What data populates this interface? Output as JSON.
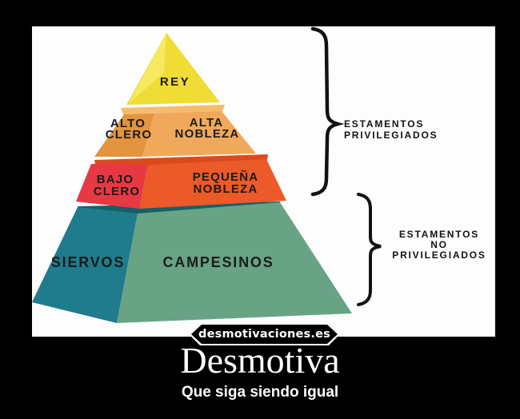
{
  "poster": {
    "watermark": "desmotivaciones.es",
    "title": "Desmotiva",
    "subtitle": "Que siga siendo igual",
    "background_color": "#000000",
    "text_color": "#ffffff"
  },
  "diagram": {
    "apex": {
      "label": "REY"
    },
    "tier2": {
      "side_line1": "ALTO",
      "side_line2": "CLERO",
      "front_line1": "ALTA",
      "front_line2": "NOBLEZA"
    },
    "tier3": {
      "side_line1": "BAJO",
      "side_line2": "CLERO",
      "front_line1": "PEQUEÑA",
      "front_line2": "NOBLEZA"
    },
    "tier4": {
      "side_label": "SIERVOS",
      "front_label": "CAMPESINOS"
    },
    "braces": [
      {
        "line1": "ESTAMENTOS",
        "line2": "PRIVILEGIADOS"
      },
      {
        "line1": "ESTAMENTOS",
        "line2": "NO",
        "line3": "PRIVILEGIADOS"
      }
    ],
    "colors": {
      "apex_main": "#EFDC35",
      "apex_light": "#F6EC67",
      "tier2_lip": "#F5BC6E",
      "tier2_side": "#E2943F",
      "tier2_front": "#F0A95B",
      "tier3_lip": "#DC4A1C",
      "tier3_side": "#E63944",
      "tier3_front": "#EB5A28",
      "tier4_strip": "#156069",
      "tier4_side": "#1E7C8C",
      "tier4_front": "#68A385",
      "label_ink": "#1B1B1B",
      "brace_ink": "#121212"
    }
  }
}
